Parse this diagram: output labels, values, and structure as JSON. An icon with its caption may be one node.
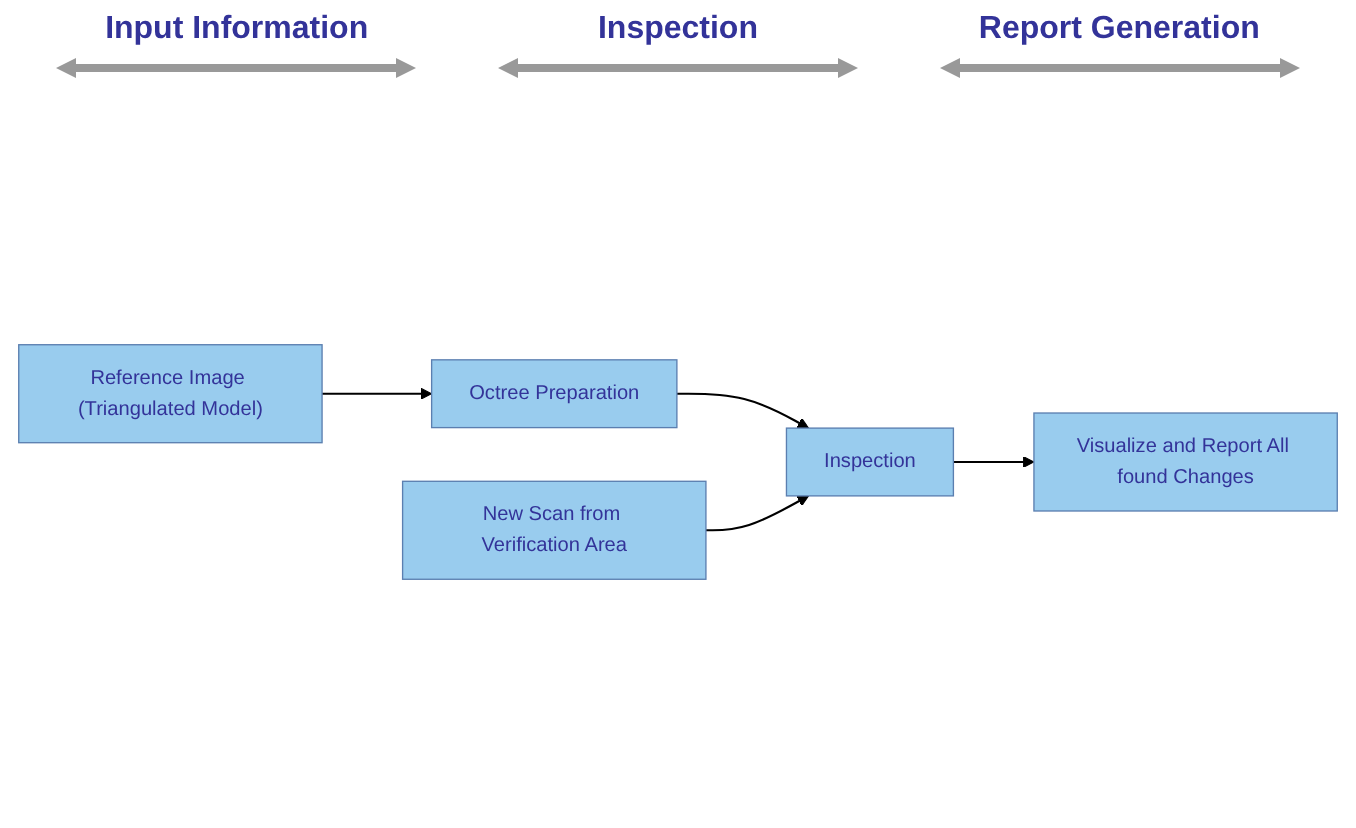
{
  "diagram": {
    "nodes": [
      {
        "text": [
          "Reference Image (Triangulated Model)"
        ]
      },
      {
        "text": [
          "Octree Preparation"
        ]
      },
      {
        "text": [
          "Inspection"
        ]
      },
      {
        "text": [
          "Visualize and Report All found Changes"
        ]
      },
      {
        "text": [
          "New Scan from Verification Area"
        ]
      }
    ],
    "edges": [
      {
        "from": 0,
        "to": 1,
        "arrow": "to"
      },
      {
        "from": 1,
        "to": 2,
        "arrow": "to"
      },
      {
        "from": 4,
        "to": 2,
        "arrow": "to"
      },
      {
        "from": 2,
        "to": 3,
        "arrow": "to"
      }
    ],
    "labels": [
      "Input Information",
      "Inspection",
      "Report Generation"
    ]
  }
}
